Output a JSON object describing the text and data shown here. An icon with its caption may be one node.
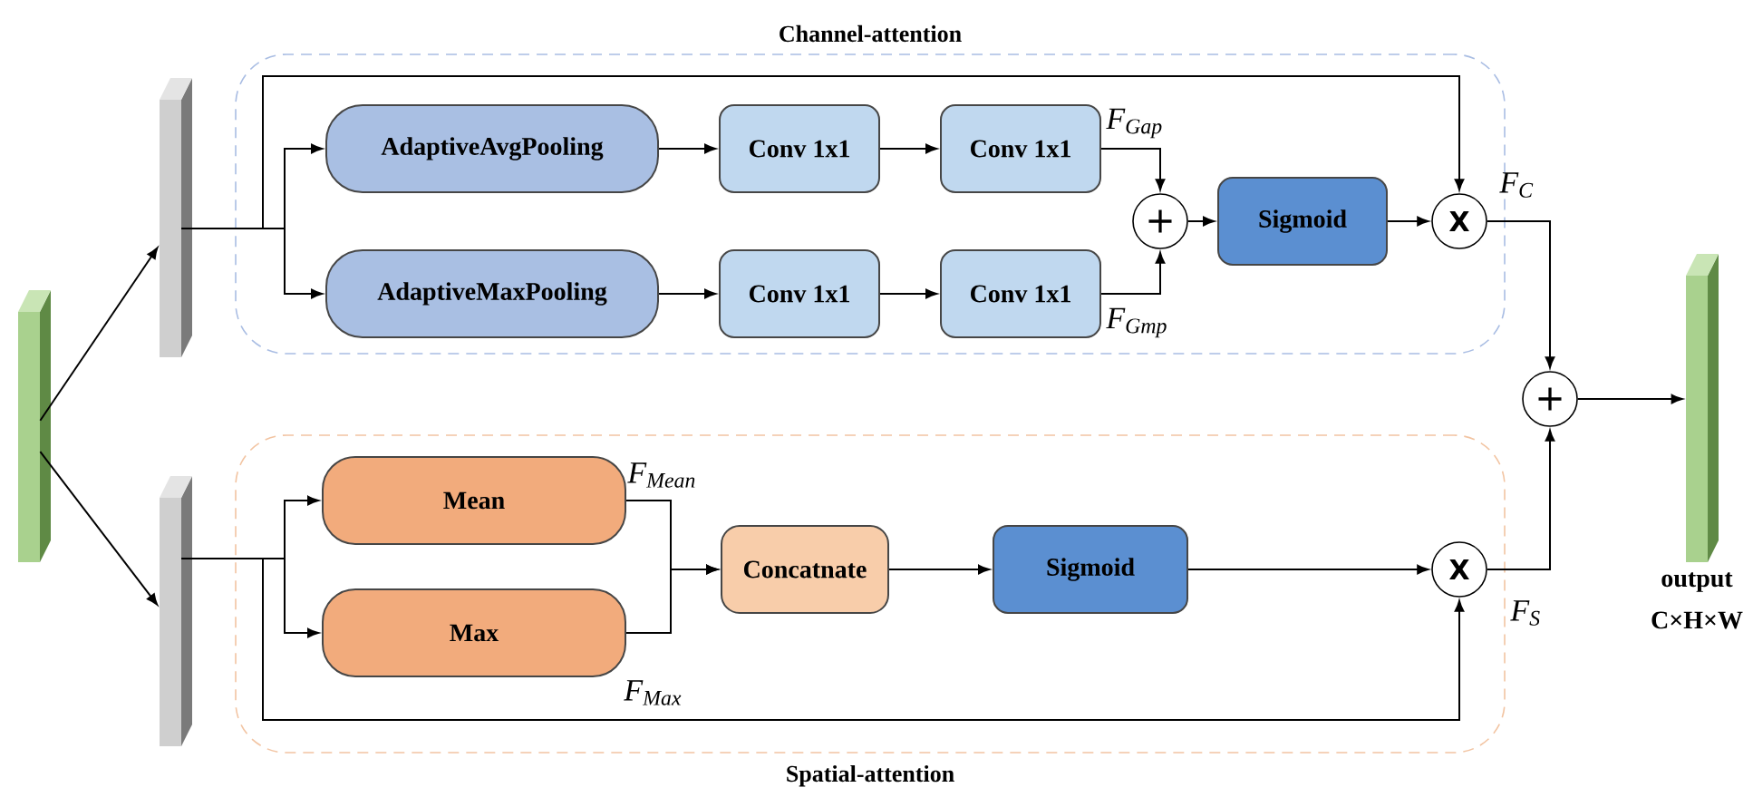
{
  "diagram": {
    "nodes": [
      {
        "text": [
          "Channel-attention"
        ]
      },
      {
        "text": [
          "Spatial-attention"
        ]
      },
      {
        "text": [],
        "shape": "bar"
      },
      {
        "text": [],
        "shape": "bar"
      },
      {
        "text": [],
        "shape": "bar"
      },
      {
        "text": [
          "AdaptiveAvgPooling"
        ],
        "in": 0
      },
      {
        "text": [
          "Conv 1x1"
        ],
        "in": 0
      },
      {
        "text": [
          "Conv 1x1"
        ],
        "in": 0,
        "beside": [
          "F$_{Gap}$"
        ]
      },
      {
        "text": [
          "AdaptiveMaxPooling"
        ],
        "in": 0
      },
      {
        "text": [
          "Conv 1x1"
        ],
        "in": 0
      },
      {
        "text": [
          "Conv 1x1"
        ],
        "in": 0,
        "beside": [
          "F$_{Gmp}$"
        ]
      },
      {
        "text": [
          "+"
        ],
        "in": 0
      },
      {
        "text": [
          "Sigmoid"
        ],
        "in": 0
      },
      {
        "text": [
          "X"
        ],
        "in": 0,
        "beside": [
          "F$_{C}$"
        ]
      },
      {
        "text": [
          "Mean"
        ],
        "in": 1,
        "beside": [
          "F$_{Mean}$"
        ]
      },
      {
        "text": [
          "Max"
        ],
        "in": 1,
        "beside": [
          "F$_{Max}$"
        ]
      },
      {
        "text": [
          "Concatnate"
        ],
        "in": 1
      },
      {
        "text": [
          "Sigmoid"
        ],
        "in": 1
      },
      {
        "text": [
          "X"
        ],
        "in": 1,
        "beside": [
          "F$_{S}$"
        ]
      },
      {
        "text": [
          "+"
        ]
      },
      {
        "text": [],
        "shape": "bar",
        "beside": [
          "output",
          "C×H×W"
        ]
      }
    ],
    "edges": [
      {
        "from": 2,
        "to": 3,
        "arrow": "to"
      },
      {
        "from": 2,
        "to": 4,
        "arrow": "to"
      },
      {
        "from": 3,
        "to": 5,
        "arrow": "to"
      },
      {
        "from": 3,
        "to": 8,
        "arrow": "to"
      },
      {
        "from": 3,
        "to": 13,
        "arrow": "to"
      },
      {
        "from": 5,
        "to": 6,
        "arrow": "to"
      },
      {
        "from": 6,
        "to": 7,
        "arrow": "to"
      },
      {
        "from": 8,
        "to": 9,
        "arrow": "to"
      },
      {
        "from": 9,
        "to": 10,
        "arrow": "to"
      },
      {
        "from": 7,
        "to": 11,
        "arrow": "to"
      },
      {
        "from": 10,
        "to": 11,
        "arrow": "to"
      },
      {
        "from": 11,
        "to": 12,
        "arrow": "to"
      },
      {
        "from": 12,
        "to": 13,
        "arrow": "to"
      },
      {
        "from": 13,
        "to": 19,
        "arrow": "to"
      },
      {
        "from": 4,
        "to": 14,
        "arrow": "to"
      },
      {
        "from": 4,
        "to": 15,
        "arrow": "to"
      },
      {
        "from": 4,
        "to": 18,
        "arrow": "to"
      },
      {
        "from": 14,
        "to": 16,
        "arrow": "to"
      },
      {
        "from": 15,
        "to": 16,
        "arrow": "to"
      },
      {
        "from": 16,
        "to": 17,
        "arrow": "to"
      },
      {
        "from": 17,
        "to": 18,
        "arrow": "to"
      },
      {
        "from": 18,
        "to": 19,
        "arrow": "to"
      },
      {
        "from": 19,
        "to": 20,
        "arrow": "to"
      }
    ]
  }
}
